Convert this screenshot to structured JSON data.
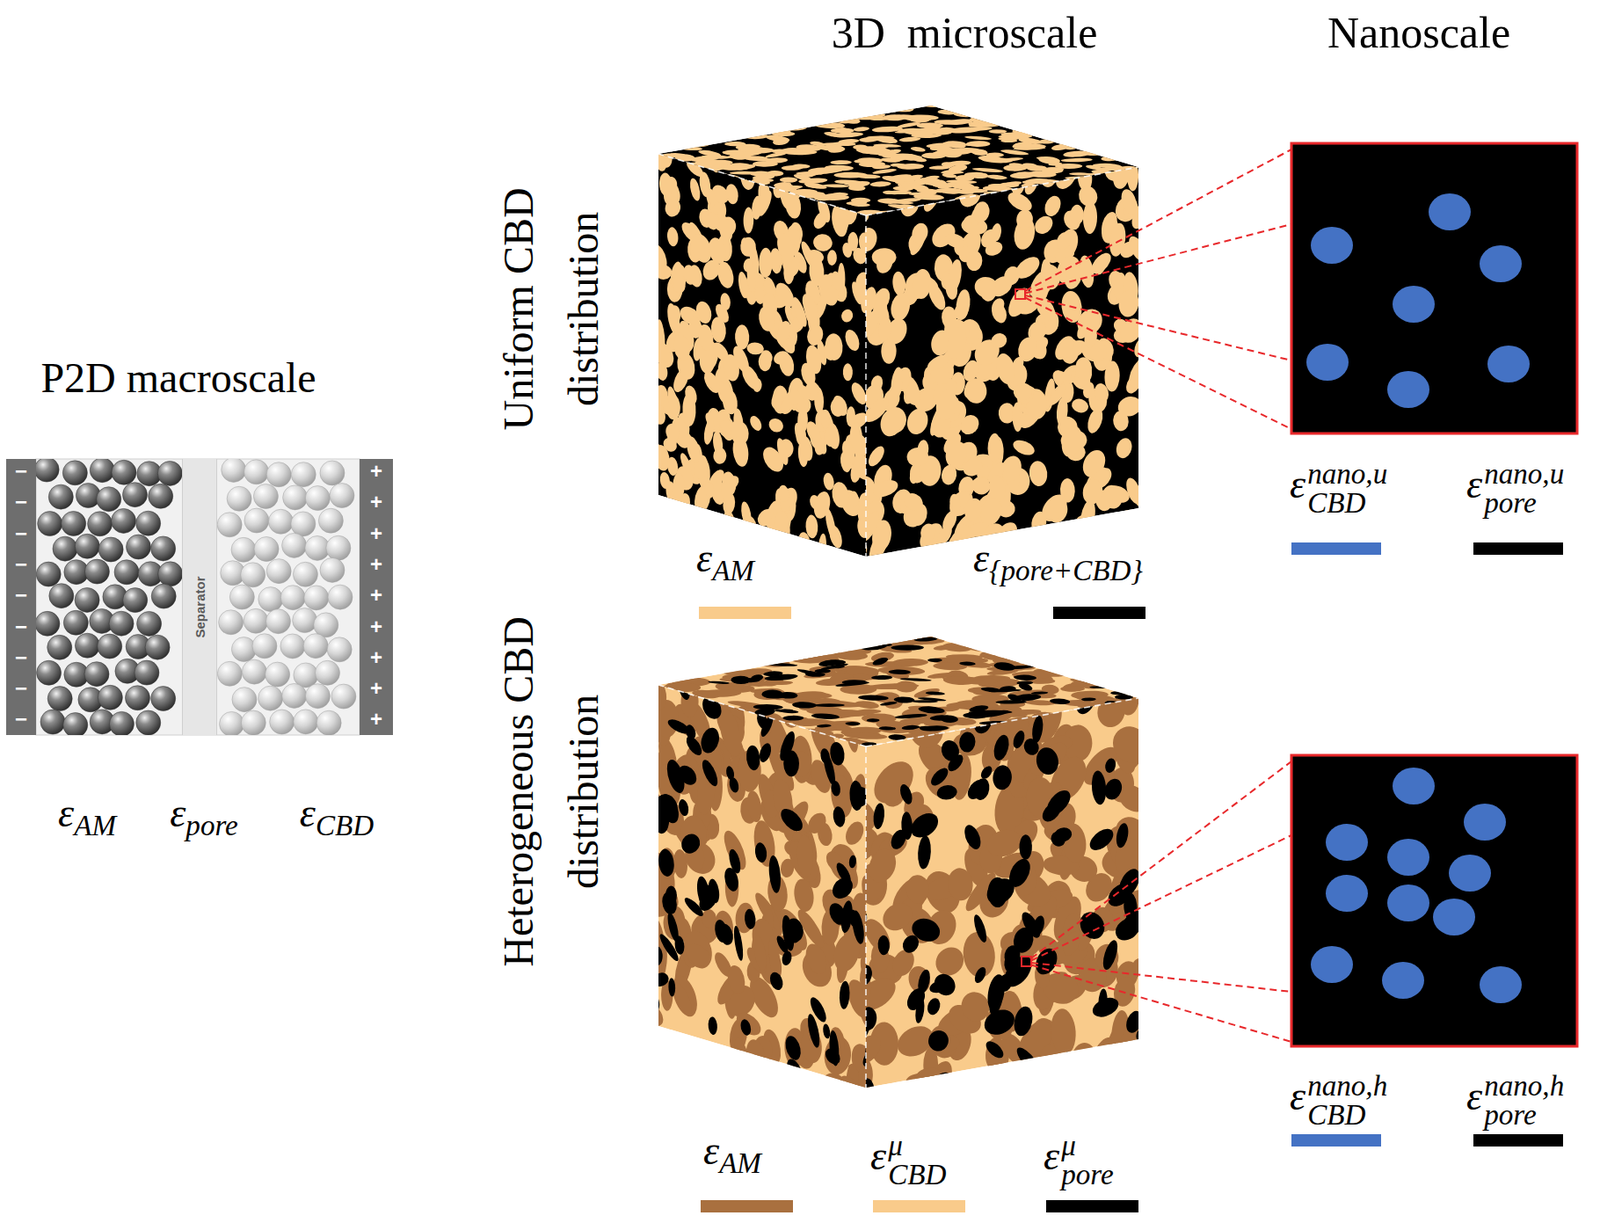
{
  "diagram": {
    "nodes": [
      {
        "text": [
          "Separator"
        ]
      }
    ],
    "labels": [
      "P2D macroscale",
      "3D  microscale",
      "Nanoscale",
      "Uniform CBD distribution",
      "Heterogeneous CBD distribution",
      "εAM",
      "εpore",
      "εCBD",
      "−",
      "−",
      "−",
      "−",
      "−",
      "−",
      "−",
      "−",
      "−",
      "+",
      "+",
      "+",
      "+",
      "+",
      "+",
      "+",
      "+",
      "+"
    ],
    "legend": [
      {
        "text": "εAM",
        "color": "#F9CB8B"
      },
      {
        "text": "ε{pore+CBD}",
        "color": "#000000"
      },
      {
        "text": "εCBDnano,u",
        "color": "#4472C4"
      },
      {
        "text": "εporenano,u",
        "color": "#000000"
      },
      {
        "text": "εAM",
        "color": "#A9703F"
      },
      {
        "text": "εCBDμ",
        "color": "#F9CB8B"
      },
      {
        "text": "εporeμ",
        "color": "#000000"
      },
      {
        "text": "εCBDnano,h",
        "color": "#4472C4"
      },
      {
        "text": "εporenano,h",
        "color": "#000000"
      }
    ]
  }
}
